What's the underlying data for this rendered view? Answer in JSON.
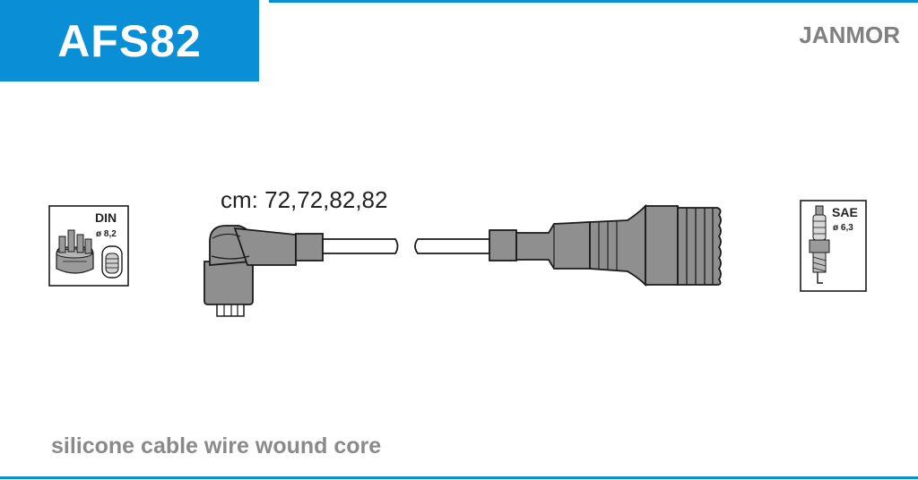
{
  "header": {
    "part_number": "AFS82",
    "brand": "JANMOR"
  },
  "cable": {
    "lengths_label": "cm: 72,72,82,82"
  },
  "left_connector": {
    "standard": "DIN",
    "diameter": "ø 8,2"
  },
  "right_connector": {
    "standard": "SAE",
    "diameter": "ø 6,3"
  },
  "footer": {
    "description": "silicone cable wire wound core"
  },
  "colors": {
    "accent": "#0a8fd6",
    "boot_gray": "#8f8f8f",
    "outline": "#1a1a1a"
  }
}
